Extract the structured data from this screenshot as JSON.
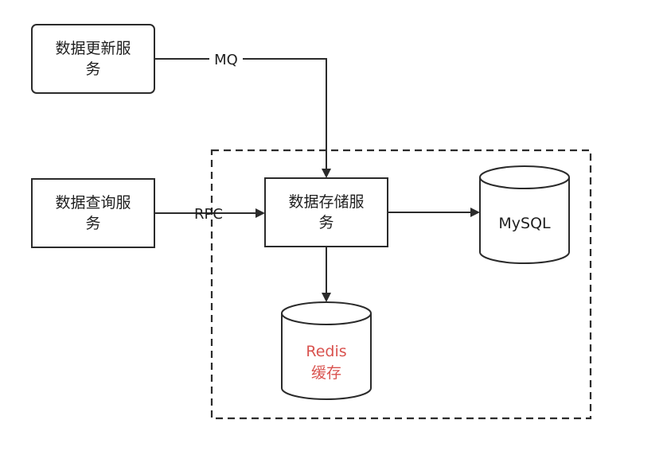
{
  "nodes": {
    "update_service": {
      "line1": "数据更新服",
      "line2": "务"
    },
    "query_service": {
      "line1": "数据查询服",
      "line2": "务"
    },
    "storage_service": {
      "line1": "数据存储服",
      "line2": "务"
    },
    "mysql": {
      "label": "MySQL"
    },
    "redis": {
      "line1": "Redis",
      "line2": "缓存"
    }
  },
  "edges": {
    "mq": "MQ",
    "rpc": "RPC"
  },
  "colors": {
    "stroke": "#2b2b2b",
    "redis_text": "#d9534f"
  }
}
